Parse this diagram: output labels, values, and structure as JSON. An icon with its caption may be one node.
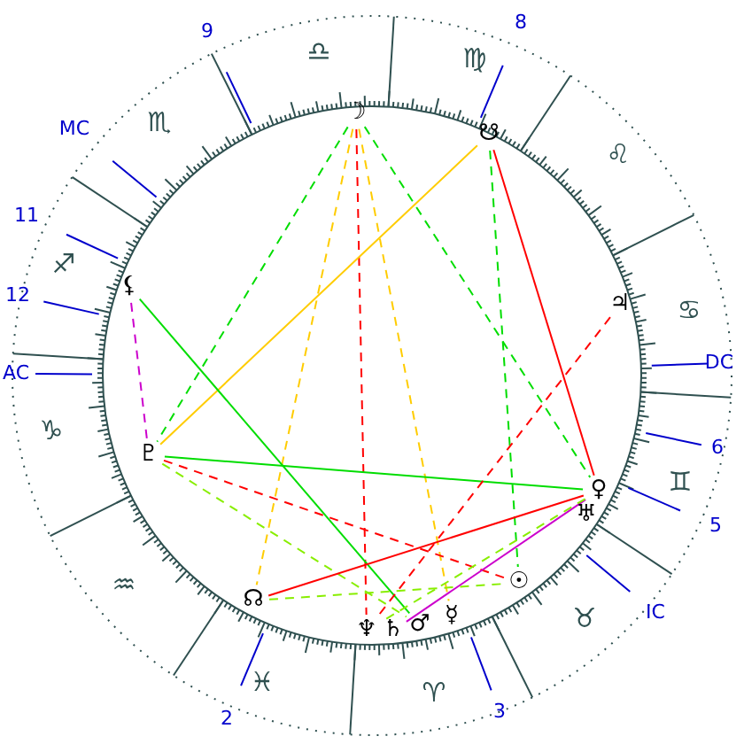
{
  "diagram": {
    "nodes": [
      {
        "text": [
          "☽"
        ]
      },
      {
        "text": [
          "☋"
        ]
      },
      {
        "text": [
          "⚸"
        ]
      },
      {
        "text": [
          "♃"
        ]
      },
      {
        "text": [
          "♇"
        ]
      },
      {
        "text": [
          "♀"
        ]
      },
      {
        "text": [
          "♅"
        ]
      },
      {
        "text": [
          "☊"
        ]
      },
      {
        "text": [
          "♆"
        ]
      },
      {
        "text": [
          "♄"
        ]
      },
      {
        "text": [
          "♂"
        ]
      },
      {
        "text": [
          "☿"
        ]
      },
      {
        "text": [
          "☉"
        ]
      }
    ],
    "edges": [
      {
        "from": 0,
        "to": 8,
        "arrow": "none",
        "style": "dashed",
        "color": "#ff0000"
      },
      {
        "from": 0,
        "to": 4,
        "arrow": "none",
        "style": "dashed",
        "color": "#00dd00"
      },
      {
        "from": 0,
        "to": 5,
        "arrow": "none",
        "style": "dashed",
        "color": "#00dd00"
      },
      {
        "from": 0,
        "to": 7,
        "arrow": "none",
        "style": "dashed",
        "color": "#ffcc00"
      },
      {
        "from": 0,
        "to": 11,
        "arrow": "none",
        "style": "dashed",
        "color": "#ffcc00"
      },
      {
        "from": 1,
        "to": 12,
        "arrow": "none",
        "style": "dashed",
        "color": "#00dd00"
      },
      {
        "from": 1,
        "to": 4,
        "arrow": "none",
        "color": "#ffcc00"
      },
      {
        "from": 1,
        "to": 5,
        "arrow": "none",
        "color": "#ff0000"
      },
      {
        "from": 2,
        "to": 4,
        "arrow": "none",
        "style": "dashed",
        "color": "#cc00cc"
      },
      {
        "from": 2,
        "to": 10,
        "arrow": "none",
        "color": "#00dd00"
      },
      {
        "from": 4,
        "to": 5,
        "arrow": "none",
        "color": "#00dd00"
      },
      {
        "from": 4,
        "to": 12,
        "arrow": "none",
        "style": "dashed",
        "color": "#ff0000"
      },
      {
        "from": 4,
        "to": 10,
        "arrow": "none",
        "style": "dashed",
        "color": "#88ee00"
      },
      {
        "from": 7,
        "to": 5,
        "arrow": "none",
        "color": "#ff0000"
      },
      {
        "from": 7,
        "to": 12,
        "arrow": "none",
        "style": "dashed",
        "color": "#88ee00"
      },
      {
        "from": 3,
        "to": 8,
        "arrow": "none",
        "style": "dashed",
        "color": "#ff0000"
      },
      {
        "from": 9,
        "to": 5,
        "arrow": "none",
        "color": "#cc00cc"
      },
      {
        "from": 5,
        "to": 8,
        "arrow": "none",
        "style": "dashed",
        "color": "#88ee00"
      }
    ],
    "labels": [
      "9",
      "8",
      "♎",
      "♍",
      "MC",
      "♏",
      "♌",
      "11",
      "♐",
      "12",
      "♋",
      "AC",
      "DC",
      "♑",
      "6",
      "♊",
      "5",
      "♒",
      "♉",
      "IC",
      "♓",
      "♈",
      "2",
      "3"
    ]
  }
}
